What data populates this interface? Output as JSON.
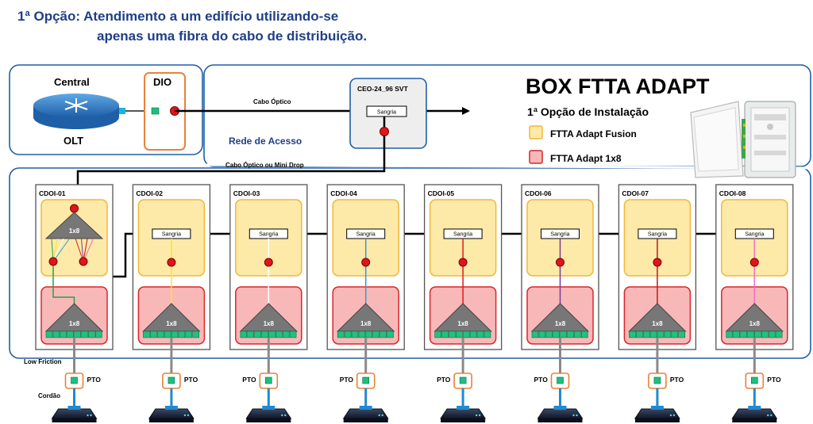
{
  "title": {
    "line1": "1ª Opção: Atendimento a um edifício utilizando-se",
    "line2": "apenas uma fibra do cabo de distribuição.",
    "color": "#1f3f86"
  },
  "central": {
    "label": "Central",
    "olt_label": "OLT",
    "dio_label": "DIO"
  },
  "ceo": {
    "label": "CEO-24_96 SVT",
    "sangria_label": "Sangria"
  },
  "cables": {
    "optical": "Cabo Óptico",
    "optical_or_drop": "Cabo Óptico ou Mini Drop"
  },
  "access_network_label": "Rede de Acesso",
  "brand": {
    "title": "BOX FTTA ADAPT",
    "subtitle": "1ª Opção de Instalação",
    "legend": [
      {
        "label": "FTTA Adapt Fusion",
        "fill": "#fde9a8",
        "stroke": "#f0b73c"
      },
      {
        "label": "FTTA Adapt 1x8",
        "fill": "#f8b8b8",
        "stroke": "#d9262a"
      }
    ]
  },
  "cdois": [
    {
      "label": "CDOI-01",
      "splitter": "1x8",
      "bottom_splitter": "1x8",
      "fiber_color": "#2ba042"
    },
    {
      "label": "CDOI-02",
      "sangria": "Sangria",
      "bottom_splitter": "1x8",
      "fiber_color": "#ffe32a"
    },
    {
      "label": "CDOI-03",
      "sangria": "Sangria",
      "bottom_splitter": "1x8",
      "fiber_color": "#ffffff"
    },
    {
      "label": "CDOI-04",
      "sangria": "Sangria",
      "bottom_splitter": "1x8",
      "fiber_color": "#2f9ed8"
    },
    {
      "label": "CDOI-05",
      "sangria": "Sangria",
      "bottom_splitter": "1x8",
      "fiber_color": "#e11a1a"
    },
    {
      "label": "CDOI-06",
      "sangria": "Sangria",
      "bottom_splitter": "1x8",
      "fiber_color": "#7a3d98"
    },
    {
      "label": "CDOI-07",
      "sangria": "Sangria",
      "bottom_splitter": "1x8",
      "fiber_color": "#c0171b"
    },
    {
      "label": "CDOI-08",
      "sangria": "Sangria",
      "bottom_splitter": "1x8",
      "fiber_color": "#ee6fc6"
    }
  ],
  "pto_label": "PTO",
  "side_labels": {
    "low_friction": "Low Friction",
    "cordao": "Cordão"
  },
  "splitter_fan_colors": [
    "#2ba042",
    "#ffe32a",
    "#ffffff",
    "#2f9ed8",
    "#e11a1a",
    "#7a3d98",
    "#c0171b",
    "#ee6fc6"
  ]
}
